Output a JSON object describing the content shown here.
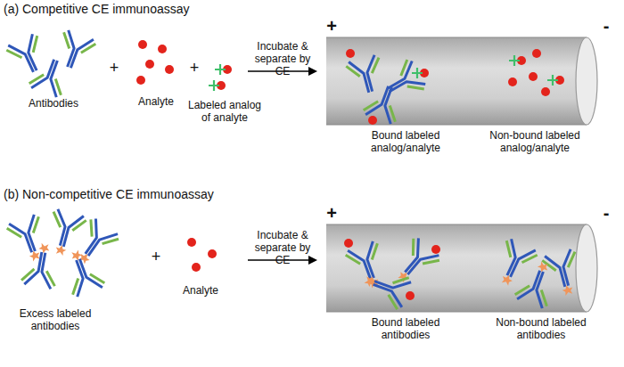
{
  "diagram": {
    "labels": [
      "(a) Competitive CE immunoassay",
      "Antibodies",
      "+",
      "Analyte",
      "+",
      "Labeled analog of analyte",
      "Incubate & separate by CE",
      "+",
      "-",
      "Bound labeled analog/analyte",
      "Non-bound labeled analog/analyte",
      "(b) Non-competitive CE immunoassay",
      "Excess labeled antibodies",
      "+",
      "Analyte",
      "Incubate & separate by CE",
      "+",
      "-",
      "Bound labeled antibodies",
      "Non-bound labeled antibodies"
    ]
  }
}
